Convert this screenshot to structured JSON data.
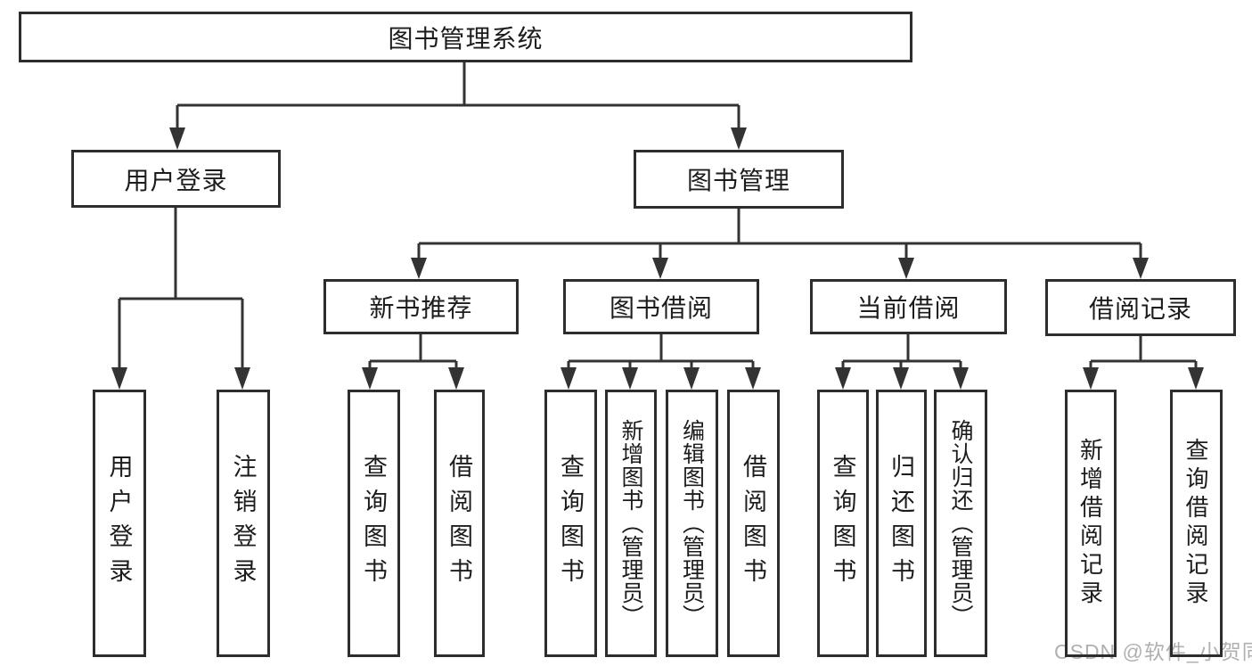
{
  "diagram": {
    "title": "图书管理系统",
    "branches": [
      {
        "label": "用户登录",
        "children": [
          {
            "label": "用户登录"
          },
          {
            "label": "注销登录"
          }
        ]
      },
      {
        "label": "图书管理",
        "children": [
          {
            "label": "新书推荐",
            "children": [
              {
                "label": "查询图书"
              },
              {
                "label": "借阅图书"
              }
            ]
          },
          {
            "label": "图书借阅",
            "children": [
              {
                "label": "查询图书"
              },
              {
                "label": "新增图书（管理员）"
              },
              {
                "label": "编辑图书（管理员）"
              },
              {
                "label": "借阅图书"
              }
            ]
          },
          {
            "label": "当前借阅",
            "children": [
              {
                "label": "查询图书"
              },
              {
                "label": "归还图书"
              },
              {
                "label": "确认归还（管理员）"
              }
            ]
          },
          {
            "label": "借阅记录",
            "children": [
              {
                "label": "新增借阅记录"
              },
              {
                "label": "查询借阅记录"
              }
            ]
          }
        ]
      }
    ]
  },
  "watermark": "CSDN @软件_小贺同学",
  "colors": {
    "line": "#333333",
    "box_border": "#2d2d2d",
    "text": "#1c1c1c",
    "watermark_text": "#b0b0b0",
    "background": "#ffffff"
  }
}
